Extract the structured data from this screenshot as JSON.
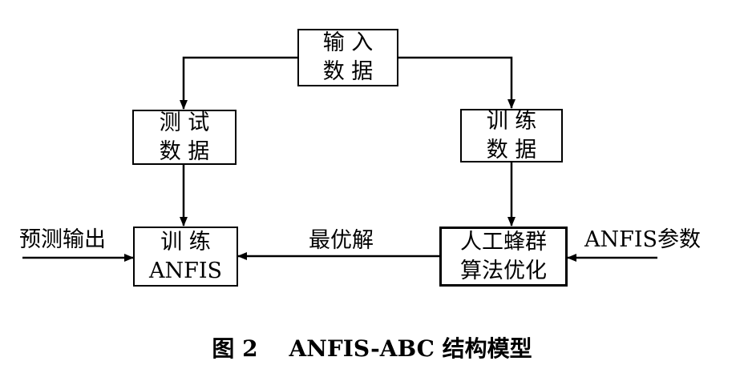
{
  "nodes": {
    "input_data": {
      "line1": "输 入",
      "line2": "数 据"
    },
    "test_data": {
      "line1": "测 试",
      "line2": "数 据"
    },
    "train_data": {
      "line1": "训 练",
      "line2": "数 据"
    },
    "train_anfis": {
      "line1": "训 练",
      "line2": "ANFIS"
    },
    "abc_opt": {
      "line1": "人工蜂群",
      "line2": "算法优化"
    }
  },
  "labels": {
    "optimal_solution": "最优解",
    "prediction_output": "预测输出",
    "anfis_params": "ANFIS参数"
  },
  "caption": "图 2    ANFIS-ABC 结构模型"
}
